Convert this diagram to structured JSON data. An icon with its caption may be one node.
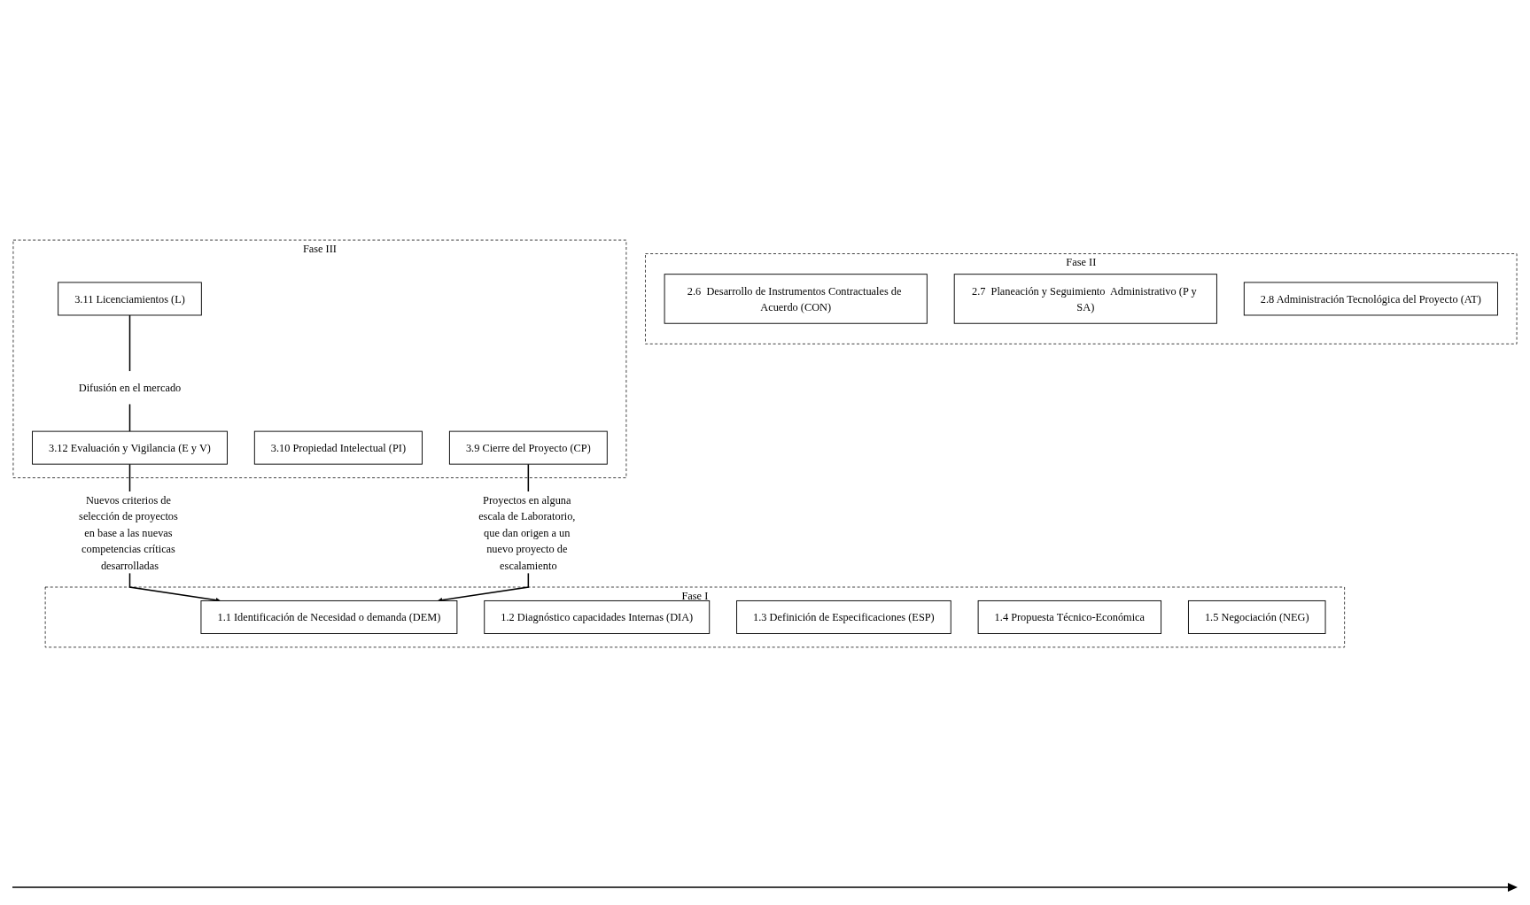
{
  "diagram": {
    "nodes": [
      {
        "text": [
          "Fase I"
        ]
      },
      {
        "text": [
          "1.1  Identificación de Necesidad o demanda (DEM)"
        ],
        "in": 0
      },
      {
        "text": [
          "1.2 Diagnóstico capacidades Internas (DIA)"
        ],
        "in": 0
      },
      {
        "text": [
          "1.3 Definición de Especificaciones (ESP)"
        ],
        "in": 0
      },
      {
        "text": [
          "1.4 Propuesta Técnico-Económica"
        ],
        "in": 0
      },
      {
        "text": [
          "1.5 Negociación (NEG)"
        ],
        "in": 0
      },
      {
        "text": [
          "Fase II"
        ]
      },
      {
        "text": [
          "2.6  Desarrollo de Instrumentos Contractuales de Acuerdo (CON)"
        ],
        "in": 6
      },
      {
        "text": [
          "2.7  Planeación y Seguimiento  Administrativo (P y SA)"
        ],
        "in": 6
      },
      {
        "text": [
          "2.8  Administración Tecnológica del Proyecto (AT)"
        ],
        "in": 6
      },
      {
        "text": [
          "Fase III"
        ]
      },
      {
        "text": [
          "3.9 Cierre del Proyecto (CP)"
        ],
        "in": 10
      },
      {
        "text": [
          "3.10  Propiedad Intelectual (PI)"
        ],
        "in": 10
      },
      {
        "text": [
          "3.11  Licenciamientos (L)"
        ],
        "in": 10
      },
      {
        "text": [
          "Difusión en el mercado"
        ],
        "in": 10
      },
      {
        "text": [
          "3.12  Evaluación y Vigilancia (E y V)"
        ],
        "in": 10
      }
    ],
    "edges": [
      {
        "from": 15,
        "to": 1,
        "arrow": "to",
        "label": "Nuevos criterios de selección de proyectos en base a las nuevas competencias críticas desarrolladas"
      },
      {
        "from": 11,
        "to": 1,
        "arrow": "to",
        "label": "Proyectos en alguna escala de Laboratorio, que dan origen a un nuevo proyecto de escalamiento"
      },
      {
        "from": 13,
        "to": 14,
        "arrow": "none"
      },
      {
        "from": 14,
        "to": 15,
        "arrow": "none"
      }
    ]
  }
}
